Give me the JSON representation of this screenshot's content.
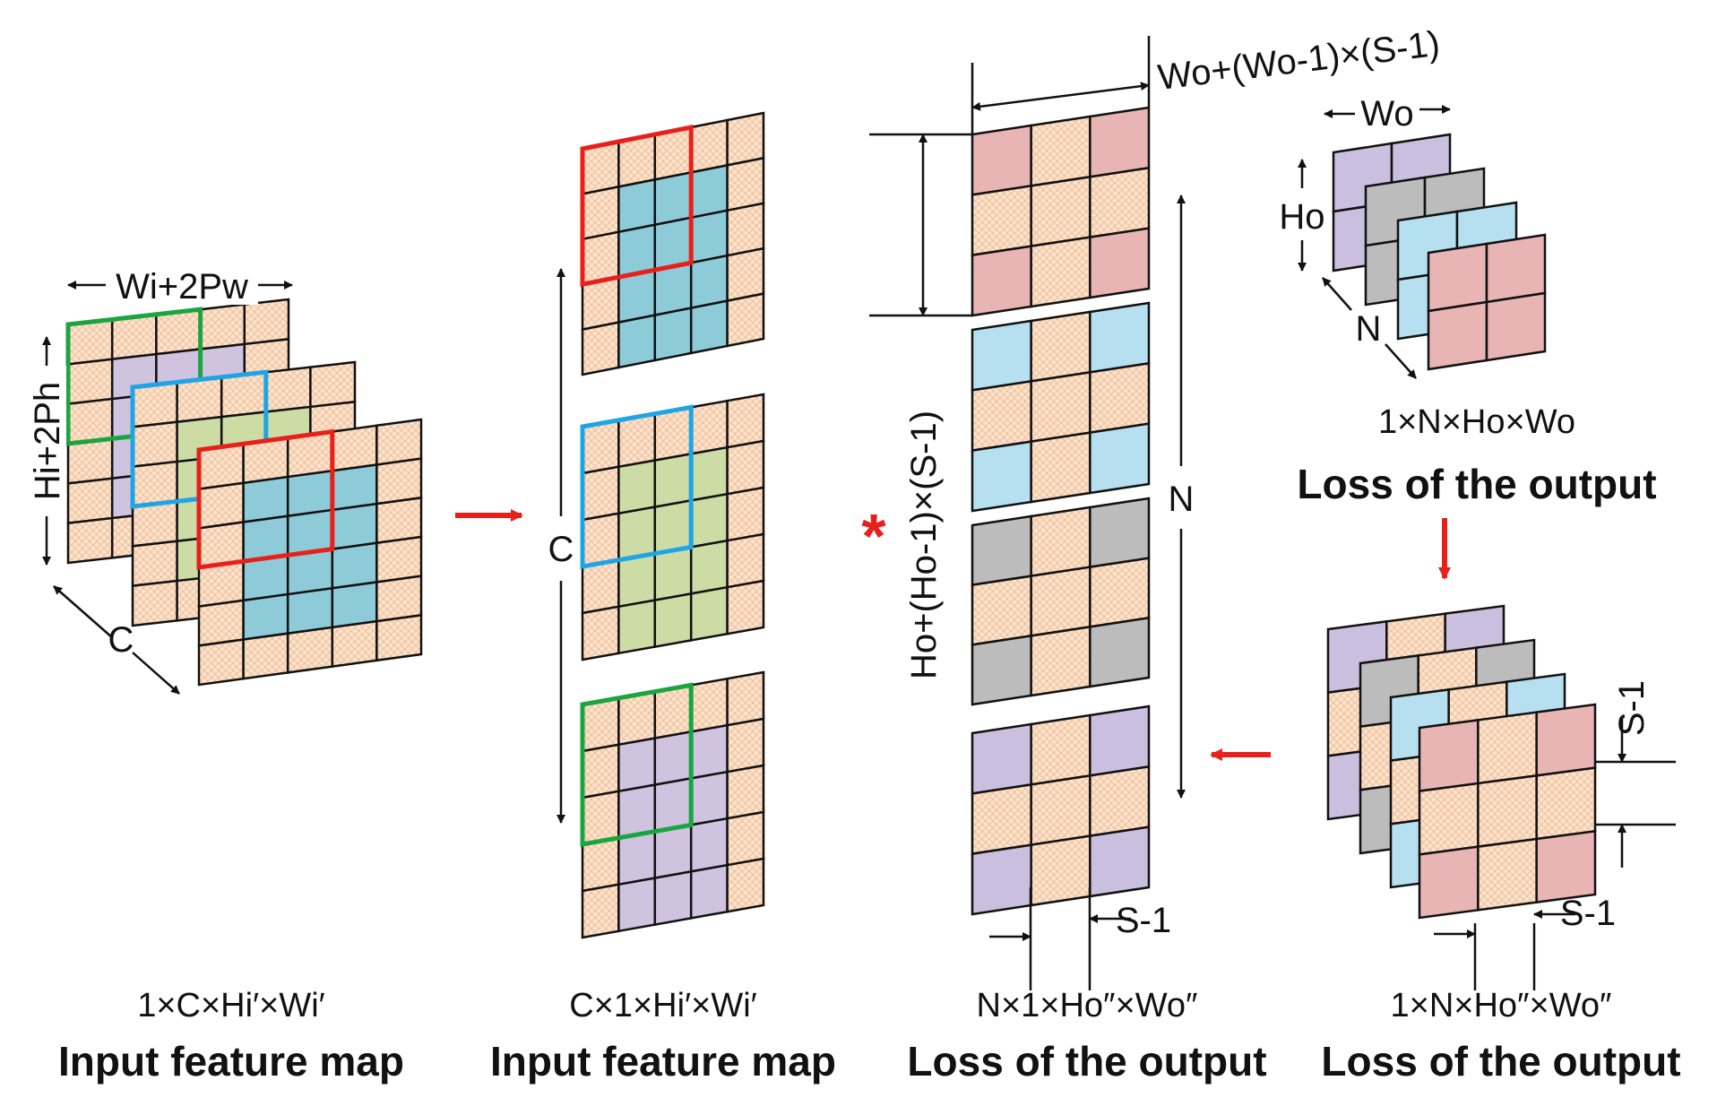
{
  "captions": {
    "col1_shape": "1×C×Hi′×Wi′",
    "col1_title": "Input feature map",
    "col2_shape": "C×1×Hi′×Wi′",
    "col2_title": "Input feature map",
    "col3_shape": "N×1×Ho″×Wo″",
    "col3_title": "Loss of the output",
    "col4_shape": "1×N×Ho″×Wo″",
    "col4_title": "Loss of the output",
    "top_right_shape": "1×N×Ho×Wo",
    "top_right_title": "Loss of the output"
  },
  "dimensions": {
    "wi_2pw": "Wi+2Pw",
    "hi_2ph": "Hi+2Ph",
    "c_depth": "C",
    "c_vertical": "C",
    "wo_expanded": "Wo+(Wo-1)×(S-1)",
    "ho_expanded": "Ho+(Ho-1)×(S-1)",
    "n_vertical": "N",
    "wo": "Wo",
    "ho": "Ho",
    "n_depth": "N",
    "s1_bottom_mid": "S-1",
    "s1_right_top": "S-1",
    "s1_right_bottom": "S-1"
  },
  "operator": "*",
  "colors": {
    "cell": "#fbe3cc",
    "blue_core": "#8ecbd8",
    "green_core": "#cddba5",
    "purple_core": "#cfc3e0",
    "pink": "#e8b4b4",
    "light_blue": "#b6e0ef",
    "gray": "#bcbcbc",
    "lavender": "#cbbfe0",
    "frame_red": "#e8201c",
    "frame_blue": "#1ea5e6",
    "frame_green": "#1aa541",
    "arrow_red": "#e8201c"
  }
}
